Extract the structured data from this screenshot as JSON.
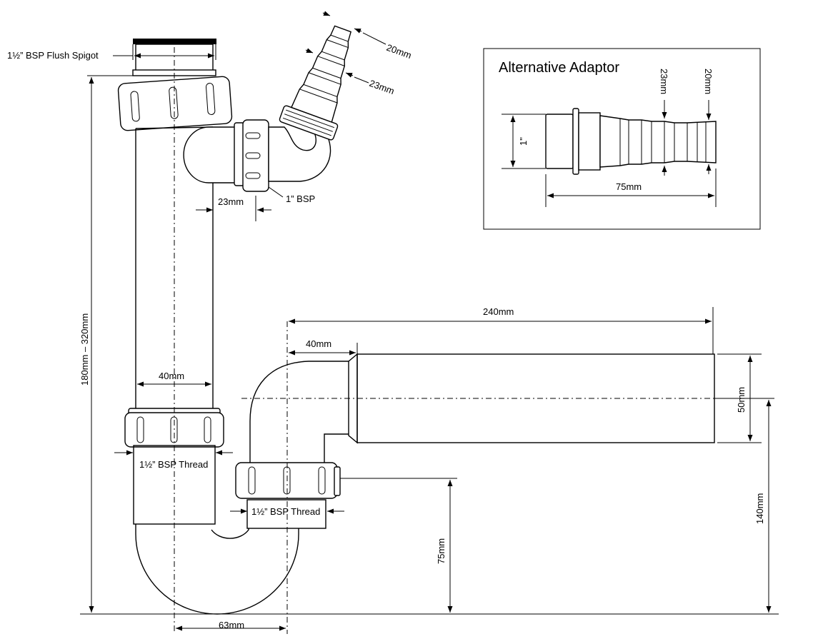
{
  "labels": {
    "flush_spigot": "1½” BSP Flush Spigot",
    "hose_20": "20mm",
    "hose_23": "23mm",
    "inlet_23": "23mm",
    "inlet_bsp": "1” BSP",
    "overall_height": "180mm – 320mm",
    "pipe_width": "40mm",
    "thread_left": "1½” BSP Thread",
    "thread_right": "1½” BSP Thread",
    "outlet_length": "240mm",
    "outlet_offset": "40mm",
    "outlet_dia": "50mm",
    "outlet_height": "140mm",
    "seal_depth": "75mm",
    "centre_spacing": "63mm"
  },
  "adaptor": {
    "title": "Alternative Adaptor",
    "dia_23": "23mm",
    "dia_20": "20mm",
    "thread": "1\"",
    "length": "75mm"
  }
}
